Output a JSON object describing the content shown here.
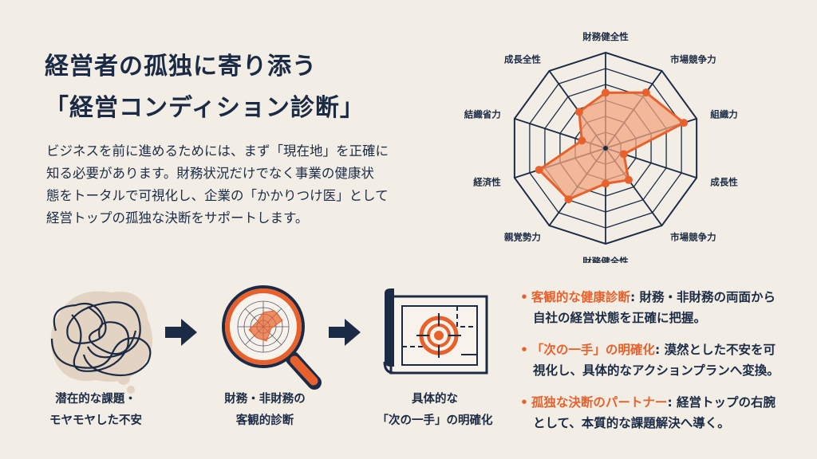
{
  "title": {
    "line1": "経営者の孤独に寄り添う",
    "line2": "「経営コンディション診断」"
  },
  "lead": [
    "ビジネスを前に進めるためには、まず「現在地」を正確に",
    "知る必要があります。財務状況だけでなく事業の健康状",
    "態をトータルで可視化し、企業の「かかりつけ医」として",
    "経営トップの孤独な決断をサポートします。"
  ],
  "colors": {
    "background": "#f2eee6",
    "navy": "#1c2b45",
    "accent": "#e8612c",
    "fill": "#f1a67f",
    "cloud": "#e3d3c2"
  },
  "chart_data": {
    "type": "radar",
    "axes": [
      "財務健全性",
      "市場競争力",
      "組織力",
      "成長性",
      "市場競争力",
      "財務健全性",
      "親覚勢力",
      "経済性",
      "結織省力",
      "成長全性"
    ],
    "values": [
      0.58,
      0.72,
      0.86,
      0.2,
      0.41,
      0.37,
      0.66,
      0.73,
      0.26,
      0.47
    ],
    "range": [
      0,
      1
    ],
    "rings": 6
  },
  "steps": [
    {
      "line1": "潜在的な課題・",
      "line2": "モヤモヤした不安",
      "icon": "tangled-thoughts-icon"
    },
    {
      "line1": "財務・非財務の",
      "line2": "客観的診断",
      "icon": "magnifier-radar-icon"
    },
    {
      "line1": "具体的な",
      "line2": "「次の一手」の明確化",
      "icon": "blueprint-target-icon"
    }
  ],
  "bullets": [
    {
      "head": "客観的な健康診断",
      "text1": ": 財務・非財務の両面から",
      "text2": "自社の経営状態を正確に把握。"
    },
    {
      "head": "「次の一手」の明確化",
      "text1": ": 漠然とした不安を可",
      "text2": "視化し、具体的なアクションプランへ変換。"
    },
    {
      "head": "孤独な決断のパートナー",
      "text1": ": 経営トップの右腕",
      "text2": "として、本質的な課題解決へ導く。"
    }
  ]
}
